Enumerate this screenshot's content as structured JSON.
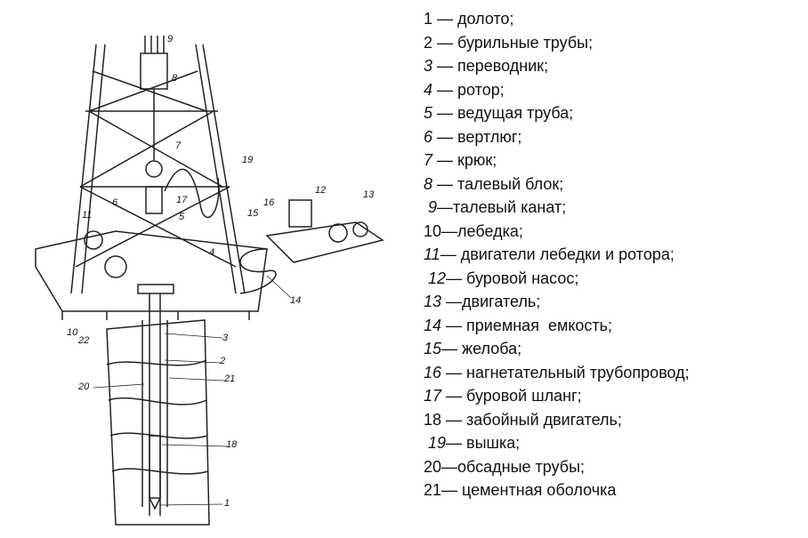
{
  "callouts": {
    "c1": "1",
    "c2": "2",
    "c3": "3",
    "c4": "4",
    "c5": "5",
    "c6": "6",
    "c7": "7",
    "c8": "8",
    "c9": "9",
    "c10": "10",
    "c11": "11",
    "c12": "12",
    "c13": "13",
    "c14": "14",
    "c15": "15",
    "c16": "16",
    "c17": "17",
    "c18": "18",
    "c19": "19",
    "c20": "20",
    "c21": "21",
    "c22": "22"
  },
  "legend": [
    {
      "num": "1",
      "sep": " — ",
      "text": "долото;"
    },
    {
      "num": "2",
      "sep": " — ",
      "text": "бурильные трубы;"
    },
    {
      "num": "3",
      "sep": " — ",
      "text": "переводник;"
    },
    {
      "num": "4",
      "sep": " — ",
      "text": "ротор;"
    },
    {
      "num": "5",
      "sep": " — ",
      "text": "ведущая труба;"
    },
    {
      "num": "6",
      "sep": " — ",
      "text": "вертлюг;"
    },
    {
      "num": "7",
      "sep": " — ",
      "text": "крюк;"
    },
    {
      "num": "8",
      "sep": " — ",
      "text": "талевый блок;"
    },
    {
      "num": " 9",
      "sep": "—",
      "text": "талевый канат;"
    },
    {
      "num": "10",
      "sep": "—",
      "text": "лебедка;"
    },
    {
      "num": "11",
      "sep": "— ",
      "text": "двигатели лебедки и ротора;"
    },
    {
      "num": " 12",
      "sep": "— ",
      "text": "буровой насос;"
    },
    {
      "num": "13",
      "sep": " —",
      "text": "двигатель;"
    },
    {
      "num": "14",
      "sep": " — ",
      "text": "приемная  емкость;"
    },
    {
      "num": "15",
      "sep": "— ",
      "text": "желоба;"
    },
    {
      "num": "16",
      "sep": " — ",
      "text": "нагнетательный трубопровод;"
    },
    {
      "num": "17",
      "sep": " — ",
      "text": "буровой шланг;"
    },
    {
      "num": "18",
      "sep": " — ",
      "text": "забойный двигатель;"
    },
    {
      "num": " 19",
      "sep": "— ",
      "text": "вышка;"
    },
    {
      "num": "20",
      "sep": "—",
      "text": "обсадные трубы;"
    },
    {
      "num": "21",
      "sep": "— ",
      "text": "цементная оболочка"
    }
  ]
}
